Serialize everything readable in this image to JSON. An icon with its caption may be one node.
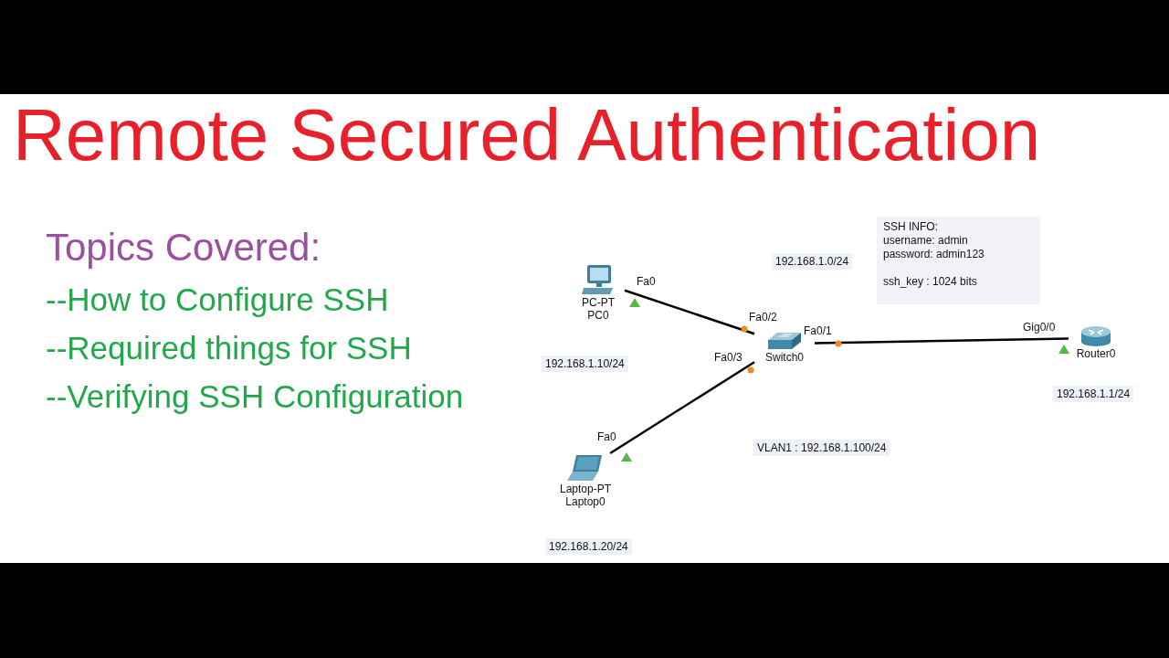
{
  "diagram": {
    "title": "Remote Secured Authentication",
    "nodes": [
      {
        "text": [
          "PC-PT",
          "PC0"
        ]
      },
      {
        "text": [
          "Switch0"
        ]
      },
      {
        "text": [
          "Router0"
        ]
      },
      {
        "text": [
          "Laptop-PT",
          "Laptop0"
        ]
      }
    ],
    "edges": [
      {
        "from": 0,
        "to": 1,
        "arrow": "none"
      },
      {
        "from": 1,
        "to": 2,
        "arrow": "none"
      },
      {
        "from": 3,
        "to": 1,
        "arrow": "none"
      }
    ],
    "labels": [
      "Topics Covered:",
      "--How to Configure SSH",
      "--Required things for SSH",
      "--Verifying SSH Configuration",
      "SSH INFO:",
      "username: admin",
      "password: admin123",
      "ssh_key : 1024 bits",
      "192.168.1.0/24",
      "Fa0",
      "Fa0/2",
      "Fa0/1",
      "Gig0/0",
      "Fa0/3",
      "192.168.1.10/24",
      "192.168.1.1/24",
      "Fa0",
      "VLAN1 : 192.168.1.100/24",
      "192.168.1.20/24"
    ]
  }
}
